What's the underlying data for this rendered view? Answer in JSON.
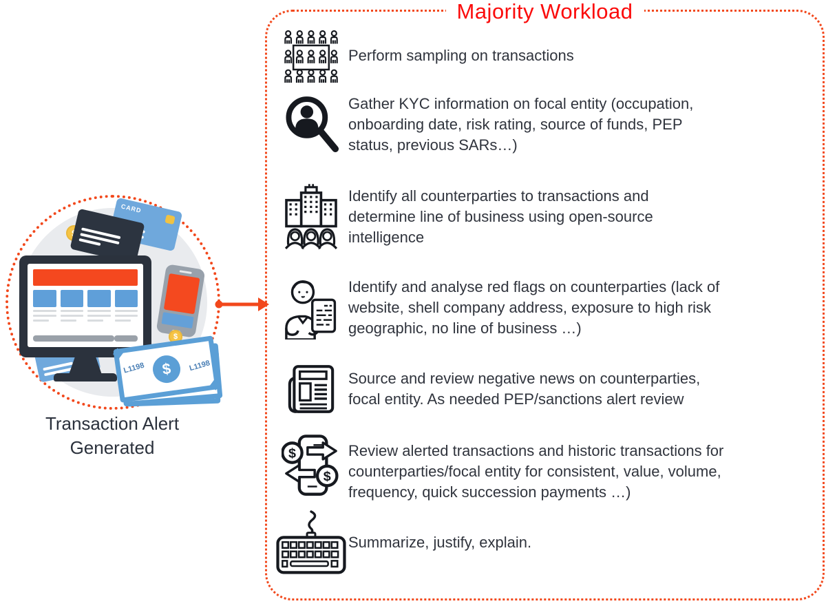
{
  "colors": {
    "title_red": "#fb0b0b",
    "border_orange": "#f2481c",
    "text_dark": "#30343d",
    "illustration_blue": "#6fa8dc",
    "illustration_red": "#f4481f"
  },
  "left": {
    "caption": "Transaction Alert Generated",
    "illustration": {
      "card_label": "CARD",
      "bill_label": "L1198",
      "coin_symbol": "$"
    }
  },
  "symbols": {
    "dollar": "$"
  },
  "workload": {
    "title": "Majority Workload",
    "items": [
      {
        "icon": "sampling-people-icon",
        "text": "Perform sampling on transactions"
      },
      {
        "icon": "kyc-magnifier-person-icon",
        "text": "Gather KYC information on focal entity (occupation,\nonboarding date, risk rating, source of funds, PEP\nstatus, previous SARs…)"
      },
      {
        "icon": "counterparties-building-icon",
        "text": "Identify all counterparties to transactions and\ndetermine line of business using open-source\nintelligence"
      },
      {
        "icon": "red-flags-analyst-icon",
        "text": "Identify and analyse red flags on counterparties (lack of\nwebsite, shell company address, exposure to high risk\ngeographic, no line of business …)"
      },
      {
        "icon": "negative-news-newspaper-icon",
        "text": "Source and review negative news on counterparties,\nfocal entity. As needed PEP/sanctions alert review"
      },
      {
        "icon": "transactions-review-icon",
        "text": "Review alerted transactions and historic transactions for\ncounterparties/focal entity for consistent, value, volume,\nfrequency, quick succession payments …)"
      },
      {
        "icon": "summarize-keyboard-icon",
        "text": "Summarize, justify, explain."
      }
    ]
  }
}
